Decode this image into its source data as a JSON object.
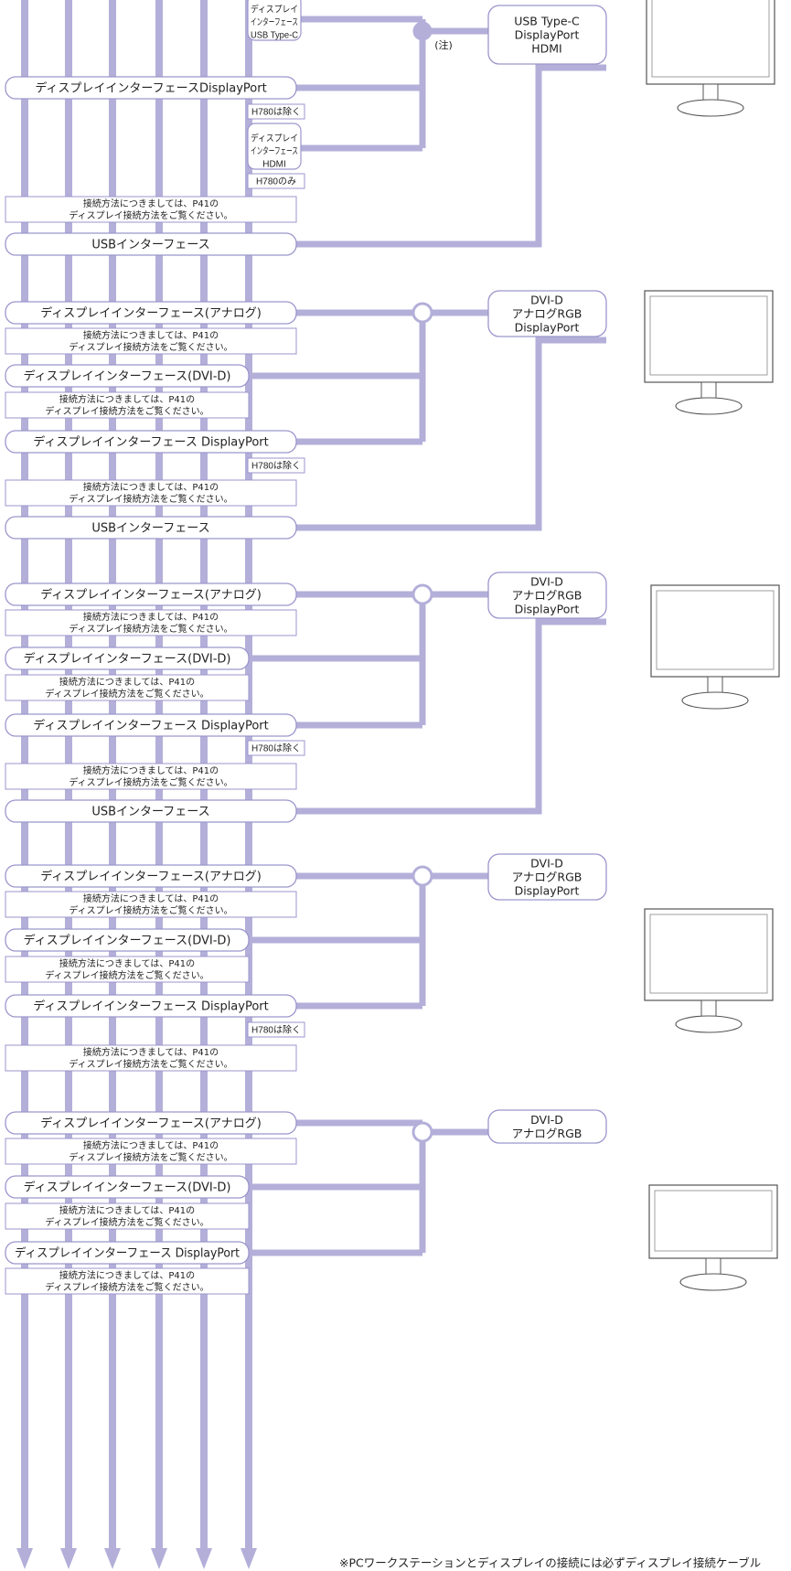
{
  "diagram": {
    "note_marker": "(注)",
    "note_connect": [
      "接続方法につきましては、P41の",
      "ディスプレイ接続方法をご覧ください。"
    ],
    "footnote": "※PCワークステーションとディスプレイの接続には必ずディスプレイ接続ケーブル",
    "colors": {
      "line": "#b3afd9",
      "box_border": "#9b96cc",
      "text": "#222222"
    }
  },
  "sections": [
    {
      "items": [
        {
          "kind": "small",
          "lines": [
            "ディスプレイ",
            "インターフェース",
            "USB Type-C"
          ]
        },
        {
          "kind": "pill",
          "text": "ディスプレイインターフェースDisplayPort"
        },
        {
          "kind": "tag",
          "text": "H780は除く"
        },
        {
          "kind": "small",
          "lines": [
            "ディスプレイ",
            "インターフェース",
            "HDMI"
          ]
        },
        {
          "kind": "tag",
          "text": "H780のみ"
        },
        {
          "kind": "note"
        },
        {
          "kind": "pill",
          "text": "USBインターフェース"
        }
      ],
      "monitor_ports": [
        "USB Type-C",
        "DisplayPort",
        "HDMI"
      ],
      "monitor_icon": "monitor-icon"
    },
    {
      "items": [
        {
          "kind": "pill",
          "text": "ディスプレイインターフェース(アナログ)"
        },
        {
          "kind": "note"
        },
        {
          "kind": "pill",
          "text": "ディスプレイインターフェース(DVI-D)"
        },
        {
          "kind": "note"
        },
        {
          "kind": "pill",
          "text": "ディスプレイインターフェース DisplayPort"
        },
        {
          "kind": "tag",
          "text": "H780は除く"
        },
        {
          "kind": "note"
        },
        {
          "kind": "pill",
          "text": "USBインターフェース"
        }
      ],
      "monitor_ports": [
        "DVI-D",
        "アナログRGB",
        "DisplayPort"
      ],
      "monitor_icon": "monitor-icon"
    },
    {
      "items": [
        {
          "kind": "pill",
          "text": "ディスプレイインターフェース(アナログ)"
        },
        {
          "kind": "note"
        },
        {
          "kind": "pill",
          "text": "ディスプレイインターフェース(DVI-D)"
        },
        {
          "kind": "note"
        },
        {
          "kind": "pill",
          "text": "ディスプレイインターフェース DisplayPort"
        },
        {
          "kind": "tag",
          "text": "H780は除く"
        },
        {
          "kind": "note"
        },
        {
          "kind": "pill",
          "text": "USBインターフェース"
        }
      ],
      "monitor_ports": [
        "DVI-D",
        "アナログRGB",
        "DisplayPort"
      ],
      "monitor_icon": "monitor-icon"
    },
    {
      "items": [
        {
          "kind": "pill",
          "text": "ディスプレイインターフェース(アナログ)"
        },
        {
          "kind": "note"
        },
        {
          "kind": "pill",
          "text": "ディスプレイインターフェース(DVI-D)"
        },
        {
          "kind": "note"
        },
        {
          "kind": "pill",
          "text": "ディスプレイインターフェース DisplayPort"
        },
        {
          "kind": "tag",
          "text": "H780は除く"
        },
        {
          "kind": "note"
        }
      ],
      "monitor_ports": [
        "DVI-D",
        "アナログRGB",
        "DisplayPort"
      ],
      "monitor_icon": "monitor-icon"
    },
    {
      "items": [
        {
          "kind": "pill",
          "text": "ディスプレイインターフェース(アナログ)"
        },
        {
          "kind": "note"
        },
        {
          "kind": "pill",
          "text": "ディスプレイインターフェース(DVI-D)"
        },
        {
          "kind": "note"
        },
        {
          "kind": "pill",
          "text": "ディスプレイインターフェース DisplayPort"
        },
        {
          "kind": "note"
        }
      ],
      "monitor_ports": [
        "DVI-D",
        "アナログRGB"
      ],
      "monitor_icon": "monitor-icon"
    }
  ]
}
